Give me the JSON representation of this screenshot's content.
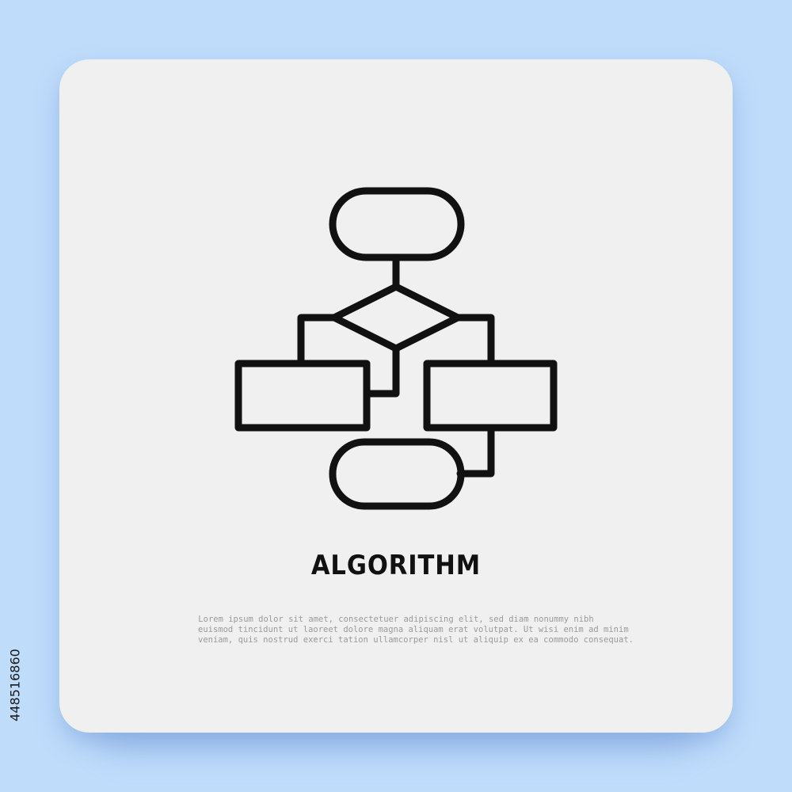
{
  "illustration": {
    "icon_name": "algorithm-flowchart-icon",
    "stroke_color": "#111111",
    "card_color": "#f0f0f0",
    "background_color": "#bfdcfb"
  },
  "title": "ALGORITHM",
  "description_lines": [
    "Lorem ipsum dolor sit amet, consectetuer adipiscing elit, sed diam nonummy nibh",
    "euismod tincidunt ut laoreet dolore magna aliquam erat volutpat. Ut wisi enim ad minim",
    "veniam, quis nostrud exerci tation ullamcorper nisl ut aliquip ex ea commodo consequat."
  ],
  "stock_id": "448516860"
}
